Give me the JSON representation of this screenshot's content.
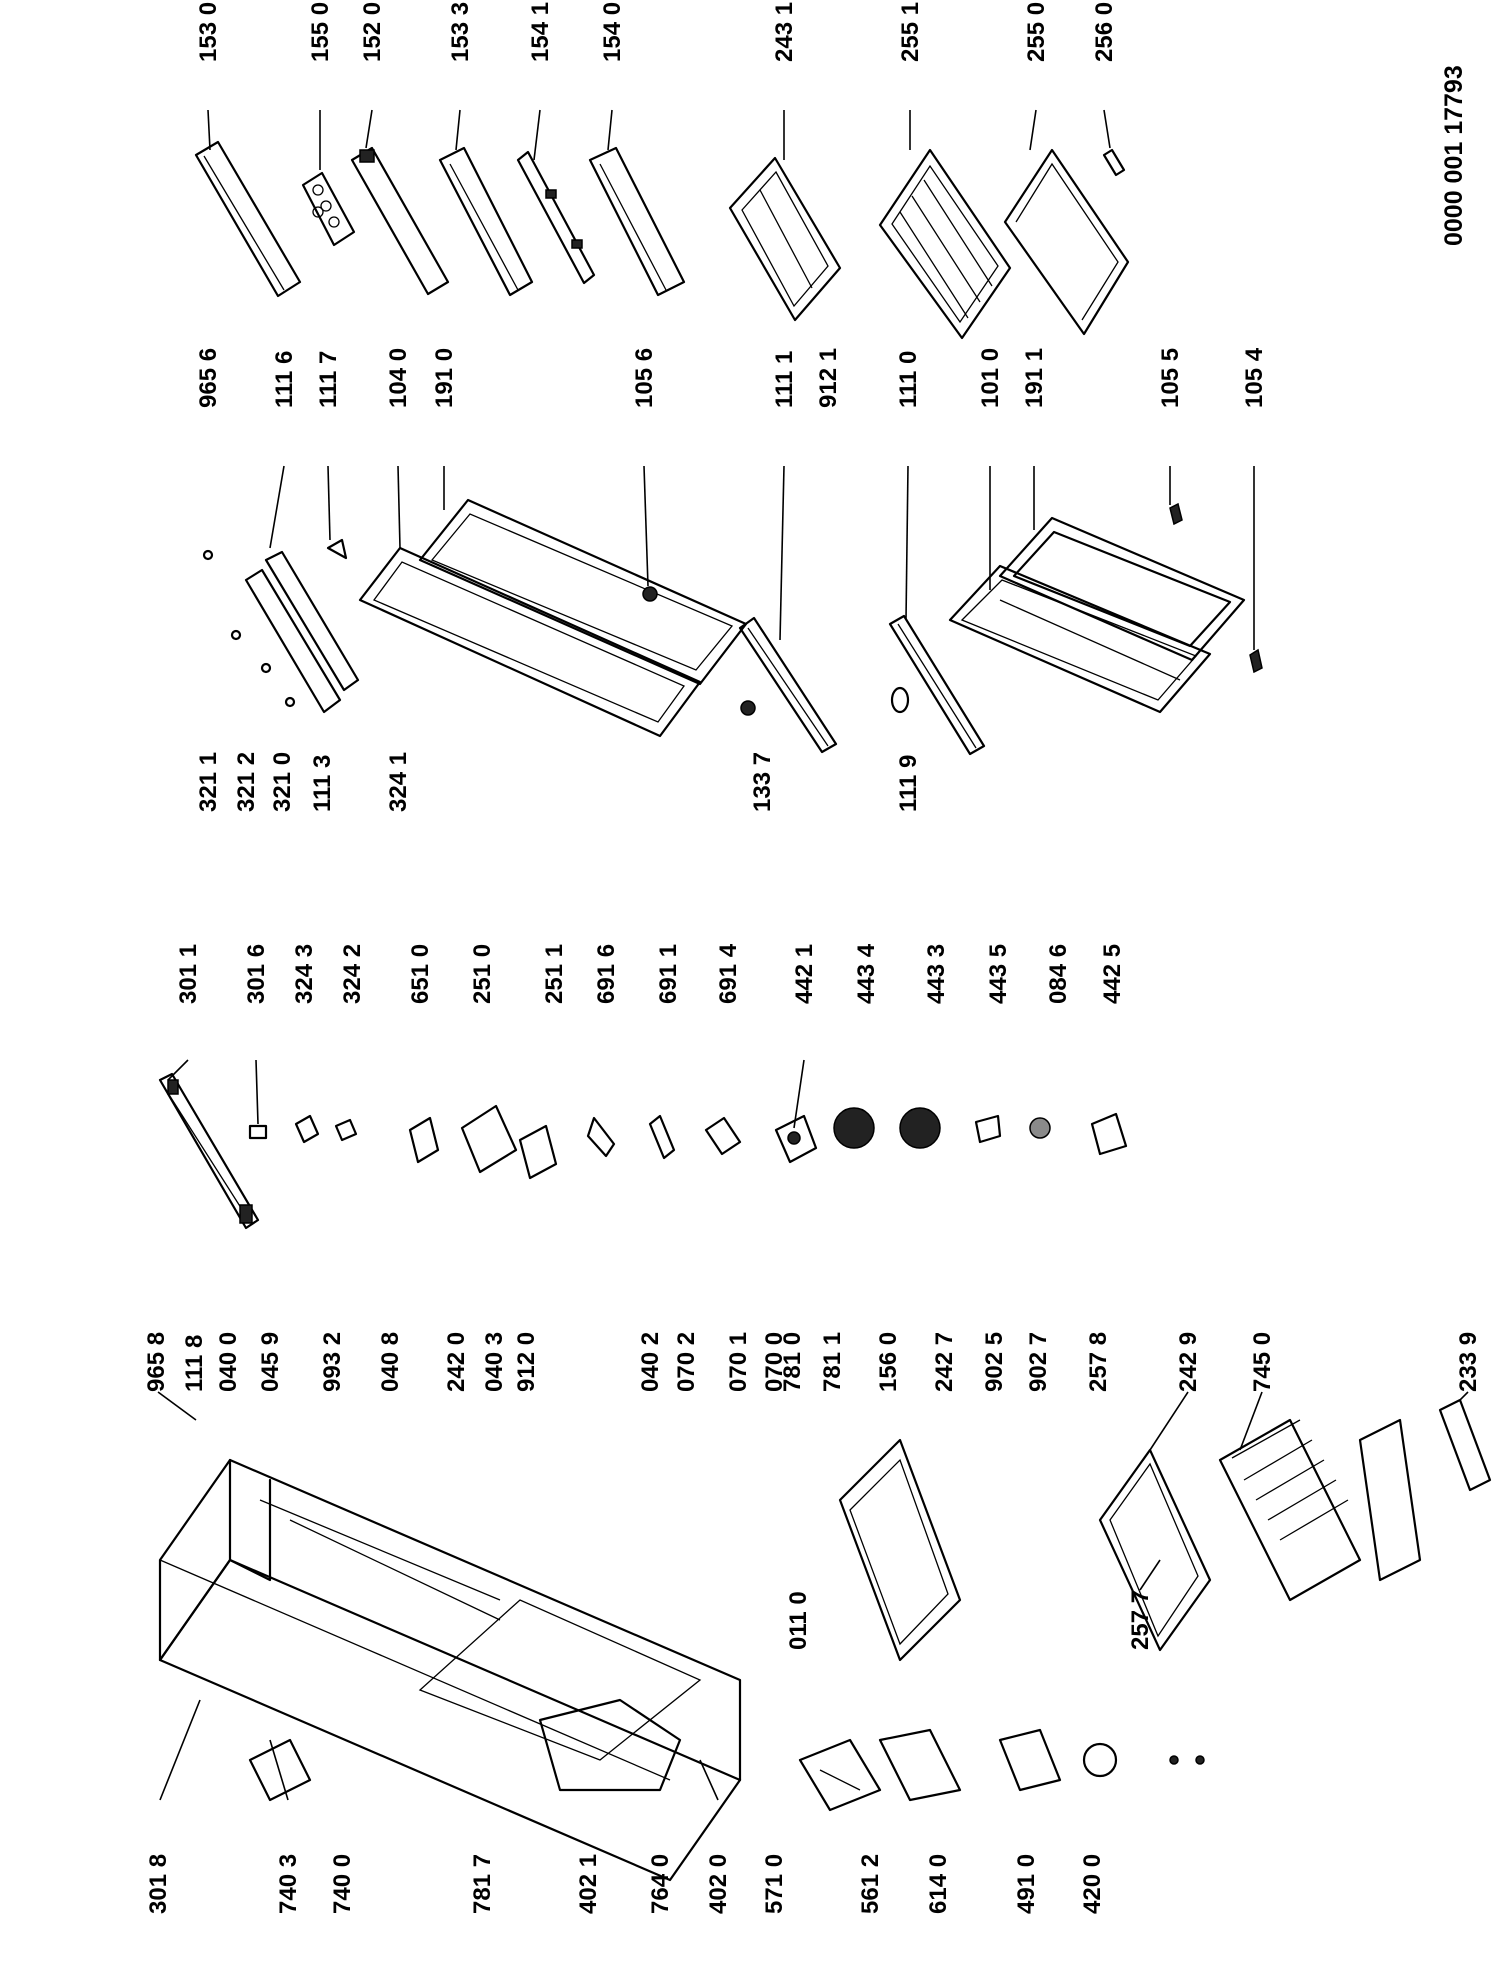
{
  "document_number": "0000 001 17793",
  "callouts": {
    "c1530": "153 0",
    "c1550": "155 0",
    "c1520": "152 0",
    "c1533": "153 3",
    "c1541": "154 1",
    "c1540": "154 0",
    "c2431": "243 1",
    "c2551": "255 1",
    "c2550": "255 0",
    "c2560": "256 0",
    "c9656": "965 6",
    "c1116": "111 6",
    "c1117": "111 7",
    "c1040": "104 0",
    "c1910": "191 0",
    "c1056": "105 6",
    "c1111": "111 1",
    "c9121": "912 1",
    "c1110": "111 0",
    "c1010": "101 0",
    "c1911": "191 1",
    "c1055": "105 5",
    "c1054": "105 4",
    "c3211": "321 1",
    "c3212": "321 2",
    "c3210": "321 0",
    "c1113": "111 3",
    "c3241": "324 1",
    "c1337": "133 7",
    "c1119": "111 9",
    "c3011": "301 1",
    "c3016": "301 6",
    "c3243": "324 3",
    "c3242": "324 2",
    "c6510": "651 0",
    "c2510": "251 0",
    "c2511": "251 1",
    "c6916": "691 6",
    "c6911": "691 1",
    "c6914": "691 4",
    "c4421": "442 1",
    "c4434": "443 4",
    "c4433": "443 3",
    "c4435": "443 5",
    "c0846": "084 6",
    "c4425": "442 5",
    "c9658": "965 8",
    "c1118": "111 8",
    "c0400": "040 0",
    "c0459": "045 9",
    "c9932": "993 2",
    "c0408": "040 8",
    "c2420": "242 0",
    "c0403": "040 3",
    "c9120": "912 0",
    "c0402": "040 2",
    "c0702": "070 2",
    "c0701": "070 1",
    "c0700": "070 0",
    "c7810": "781 0",
    "c7811": "781 1",
    "c1560": "156 0",
    "c2427": "242 7",
    "c9025": "902 5",
    "c9027": "902 7",
    "c2578": "257 8",
    "c2429": "242 9",
    "c7450": "745 0",
    "c2339": "233 9",
    "c3018": "301 8",
    "c7403": "740 3",
    "c7400": "740 0",
    "c7817": "781 7",
    "c4021": "402 1",
    "c7640": "764 0",
    "c4020": "402 0",
    "c5710": "571 0",
    "c5612": "561 2",
    "c6140": "614 0",
    "c4910": "491 0",
    "c4200": "420 0",
    "c0110": "011 0",
    "c2577": "257 7"
  }
}
